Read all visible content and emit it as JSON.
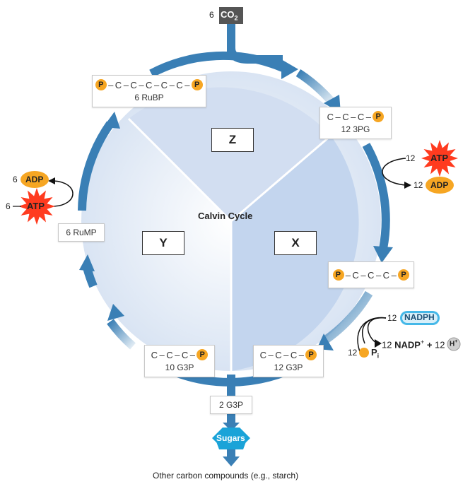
{
  "co2": {
    "count": "6",
    "label": "CO",
    "sub": "2"
  },
  "title": "Calvin Cycle",
  "regions": {
    "z": "Z",
    "y": "Y",
    "x": "X"
  },
  "molecules": {
    "rubp": {
      "chain": [
        "P",
        "C",
        "C",
        "C",
        "C",
        "C",
        "P"
      ],
      "label": "6 RuBP"
    },
    "pg3": {
      "chain": [
        "C",
        "C",
        "C",
        "P"
      ],
      "label": "12 3PG"
    },
    "bpg": {
      "chain": [
        "P",
        "C",
        "C",
        "C",
        "P"
      ]
    },
    "g3p12": {
      "chain": [
        "C",
        "C",
        "C",
        "P"
      ],
      "label": "12 G3P"
    },
    "g3p10": {
      "chain": [
        "C",
        "C",
        "C",
        "P"
      ],
      "label": "10 G3P"
    },
    "rump": {
      "label": "6 RuMP"
    },
    "g3p2": {
      "label": "2 G3P"
    }
  },
  "right_energy": {
    "atp_count": "12",
    "atp": "ATP",
    "adp_count": "12",
    "adp": "ADP"
  },
  "left_energy": {
    "adp_count": "6",
    "adp": "ADP",
    "atp_count": "6",
    "atp": "ATP"
  },
  "reduction": {
    "nadph_count": "12",
    "nadph": "NADPH",
    "nadp_count": "12",
    "nadp": "NADP",
    "nadp_sup": "+",
    "plus": "+",
    "h_count": "12",
    "h": "H",
    "h_sup": "+",
    "pi_count": "12",
    "pi": "P",
    "pi_sub": "i"
  },
  "sugars": "Sugars",
  "output": "Other carbon compounds (e.g., starch)",
  "colors": {
    "arrow": "#3a7fb5",
    "pie_light": "#e7eef8",
    "pie_x": "#bcd0ec",
    "pie_z": "#cddbf0",
    "pcircle": "#f6a623",
    "atp_star": "#ff3b1f",
    "nadph": "#45b8e8",
    "sugars": "#1aa3d8"
  }
}
